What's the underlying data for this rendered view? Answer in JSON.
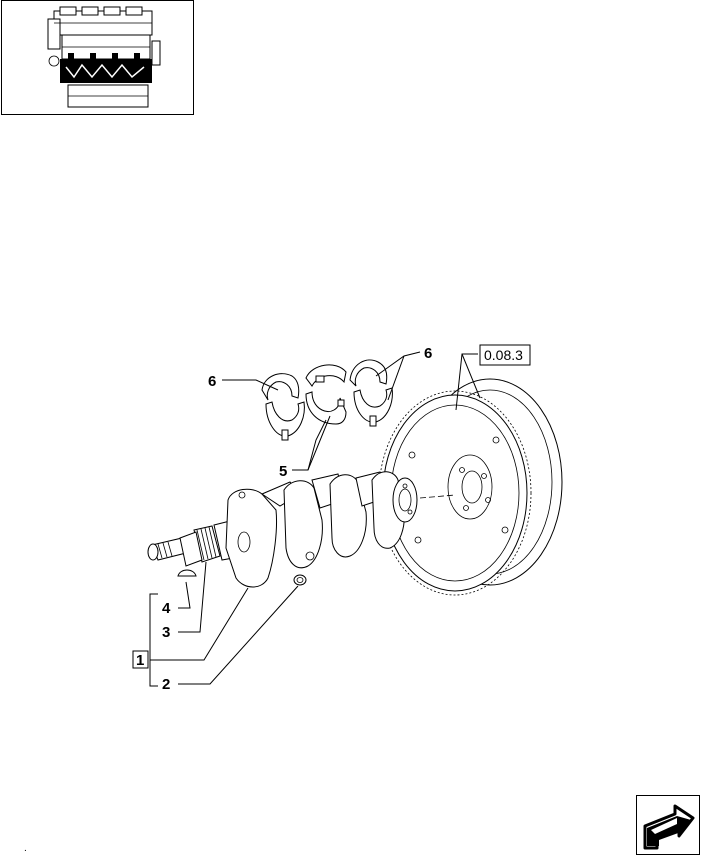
{
  "thumbnail": {
    "icon": "engine-thumbnail-icon"
  },
  "callouts": {
    "c1": "1",
    "c2": "2",
    "c3": "3",
    "c4": "4",
    "c5": "5",
    "c6_left": "6",
    "c6_right": "6"
  },
  "reference": {
    "label": "0.08.3"
  },
  "navigation": {
    "icon": "next-page-arrow-icon"
  },
  "footer": {
    "mark": "."
  }
}
